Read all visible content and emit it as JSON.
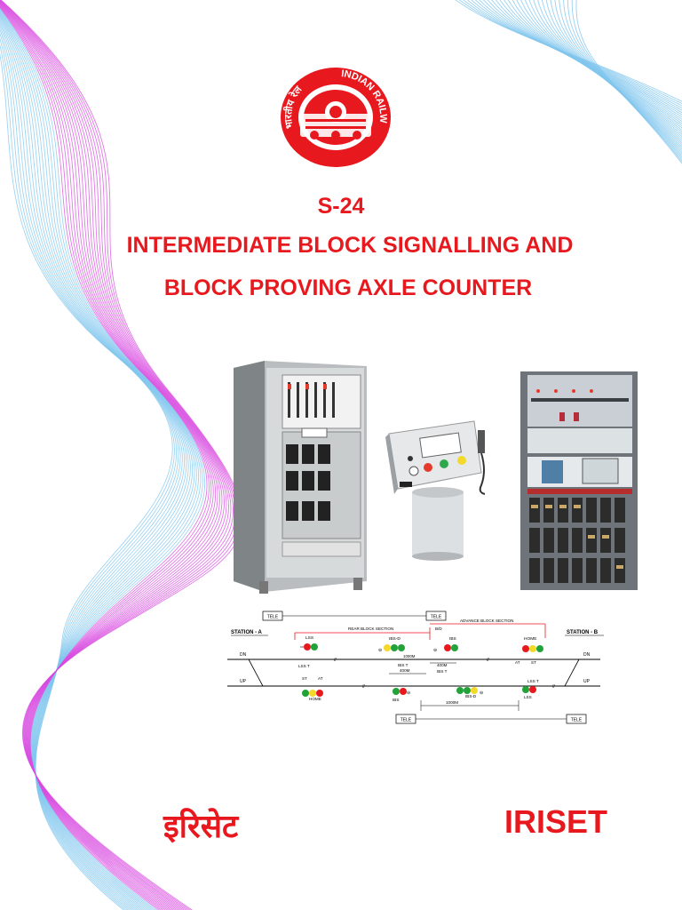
{
  "logo": {
    "text": "INDIAN RAILWAYS",
    "hindi_text": "भारतीय रेल"
  },
  "document": {
    "code": "S-24",
    "title_line1": "INTERMEDIATE BLOCK SIGNALLING AND",
    "title_line2": "BLOCK PROVING AXLE COUNTER"
  },
  "photos": [
    {
      "name": "relay-rack-cabinet",
      "label": ""
    },
    {
      "name": "control-panel-on-pedestal",
      "label": ""
    },
    {
      "name": "axle-counter-rack",
      "label": ""
    }
  ],
  "diagram": {
    "tele_top_left": "TELE",
    "tele_top_right": "TELE",
    "tele_bottom_left": "TELE",
    "tele_bottom_right": "TELE",
    "station_a": "STATION - A",
    "station_b": "STATION - B",
    "rear_block_section": "REAR BLOCK SECTION",
    "advance_block_section": "ADVANCE BLOCK SECTION",
    "bsd": "B/D",
    "dn_left": "DN",
    "dn_right": "DN",
    "up_left": "UP",
    "up_right": "UP",
    "lss_top": "LSS",
    "lss_t_top": "LSS T",
    "ibs_d_top": "IBS-D",
    "ibs_top": "IBS",
    "home_top": "HOME",
    "at_top": "AT",
    "st_top": "ST",
    "dist_1000_top": "1000M",
    "ibs_t_top": "IBS T",
    "dist_400_top": "400M",
    "dist_400_mid": "400M",
    "ibs_t_mid": "IBS T",
    "st_bottom": "ST",
    "at_bottom": "AT",
    "home_bottom": "HOME",
    "ibs_bottom": "IBS",
    "ibs_d_bottom": "IBS-D",
    "lss_t_bottom": "LSS T",
    "lss_bottom": "LSS",
    "dist_1000_bottom": "1000M"
  },
  "footer": {
    "hindi": "इरिसेट",
    "english": "IRISET"
  },
  "colors": {
    "title_red": "#e8191e",
    "wave_blue": "#7fc6ee",
    "wave_magenta": "#d84be0"
  }
}
